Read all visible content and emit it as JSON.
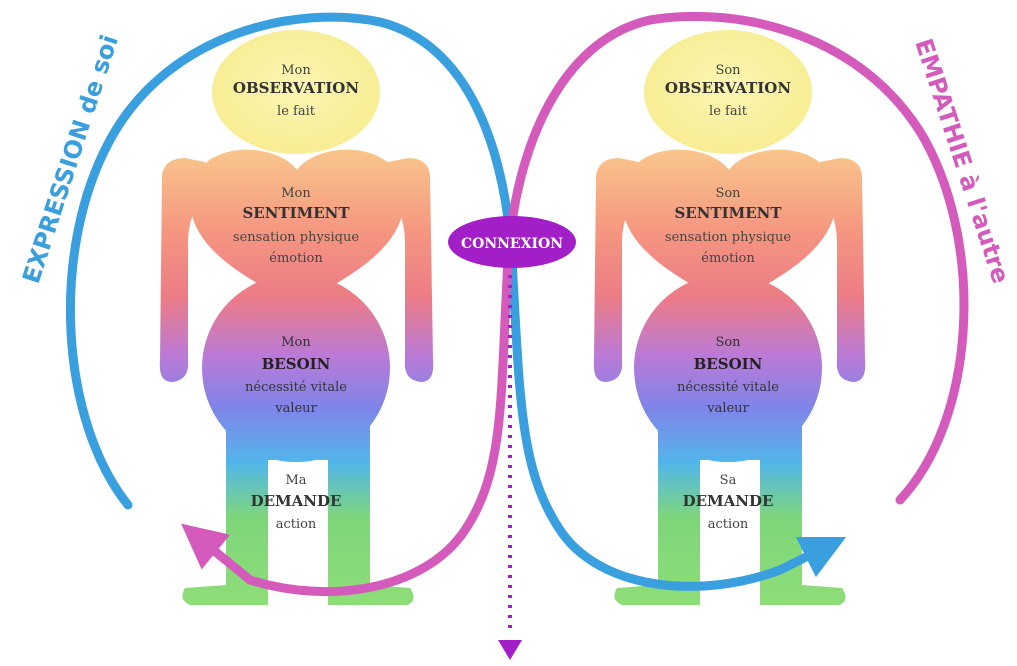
{
  "left_person": {
    "observation": {
      "pronoun": "Mon",
      "title": "OBSERVATION",
      "subtitle": "le fait"
    },
    "sentiment": {
      "pronoun": "Mon",
      "title": "SENTIMENT",
      "line1": "sensation physique",
      "line2": "émotion"
    },
    "besoin": {
      "pronoun": "Mon",
      "title": "BESOIN",
      "line1": "nécessité vitale",
      "line2": "valeur"
    },
    "demande": {
      "pronoun": "Ma",
      "title": "DEMANDE",
      "subtitle": "action"
    }
  },
  "right_person": {
    "observation": {
      "pronoun": "Son",
      "title": "OBSERVATION",
      "subtitle": "le fait"
    },
    "sentiment": {
      "pronoun": "Son",
      "title": "SENTIMENT",
      "line1": "sensation physique",
      "line2": "émotion"
    },
    "besoin": {
      "pronoun": "Son",
      "title": "BESOIN",
      "line1": "nécessité vitale",
      "line2": "valeur"
    },
    "demande": {
      "pronoun": "Sa",
      "title": "DEMANDE",
      "subtitle": "action"
    }
  },
  "center": {
    "label": "CONNEXION"
  },
  "left_loop": {
    "label": "EXPRESSION de soi"
  },
  "right_loop": {
    "label": "EMPATHIE à l'autre"
  },
  "colors": {
    "expression_blue": "#3a9fde",
    "empathie_pink": "#d45bbc",
    "connexion_purple": "#a21fc7",
    "head_yellow": "#f8ef9a",
    "legs_green": "#7ed56f",
    "body_gradient": [
      "#f7b58a",
      "#f0807c",
      "#b67ad6",
      "#7c8ce6",
      "#4fb8e8",
      "#72d98c"
    ]
  }
}
